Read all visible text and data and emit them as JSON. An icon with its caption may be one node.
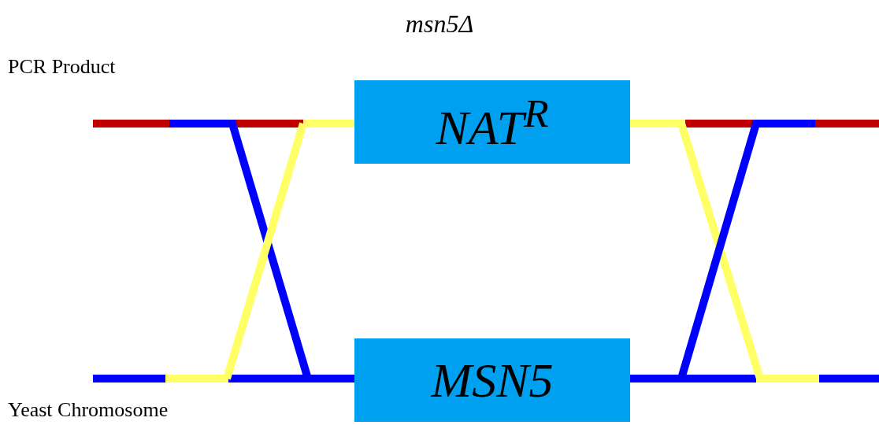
{
  "diagram": {
    "title": "msn5Δ",
    "nodes": [
      {
        "text": [
          "NAT$^{R}$"
        ]
      },
      {
        "text": [
          "MSN5"
        ]
      }
    ],
    "labels": [
      "PCR Product",
      "Yeast Chromosome"
    ]
  }
}
